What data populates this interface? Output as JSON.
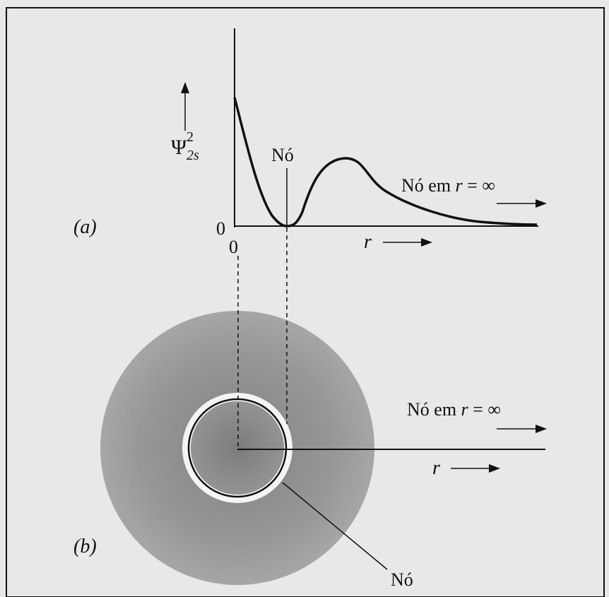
{
  "panel_a": {
    "label": "(a)",
    "y_axis_label": "Ψ",
    "y_axis_superscript": "2",
    "y_axis_subscript": "2s",
    "origin_y": "0",
    "origin_x": "0",
    "node_label": "Nó",
    "infinity_node_label": "Nó em r = ∞",
    "x_axis_label": "r"
  },
  "panel_b": {
    "label": "(b)",
    "infinity_node_label": "Nó em r = ∞",
    "x_axis_label": "r",
    "node_label": "Nó"
  },
  "colors": {
    "background": "#e9e9e9",
    "ink": "#111111",
    "outer_cloud": "#9a9a9a",
    "inner_cloud": "#8d8d8d",
    "node_ring": "#f2f2f2"
  }
}
